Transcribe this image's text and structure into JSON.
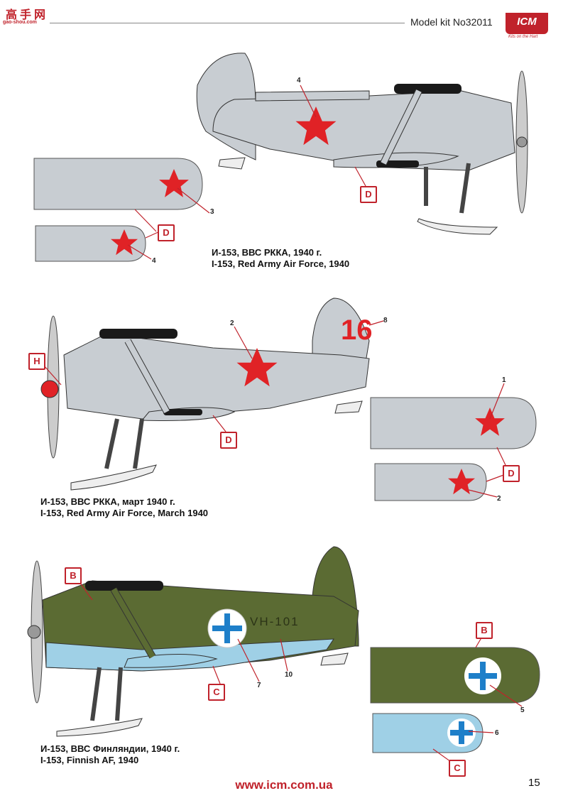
{
  "header": {
    "kit_label": "Model kit No32011",
    "brand": "ICM",
    "brand_tagline": "Kits on the Hart",
    "watermark_main": "高手网",
    "watermark_sub": "gao-shou.com"
  },
  "profiles": [
    {
      "caption_ru": "И-153, ВВС РККА, 1940 г.",
      "caption_en": "I-153, Red Army Air Force, 1940",
      "markings": [
        "4",
        "3",
        "4"
      ],
      "tags": [
        "D",
        "D"
      ]
    },
    {
      "caption_ru": "И-153, ВВС РККА, март 1940 г.",
      "caption_en": "I-153, Red Army Air Force, March 1940",
      "tail_number": "16",
      "markings": [
        "2",
        "8",
        "1",
        "2"
      ],
      "tags": [
        "H",
        "D",
        "D"
      ]
    },
    {
      "caption_ru": "И-153, ВВС Финляндии, 1940 г.",
      "caption_en": "I-153, Finnish AF, 1940",
      "fuselage_code": "VH-101",
      "markings": [
        "7",
        "10",
        "5",
        "6"
      ],
      "tags": [
        "B",
        "C",
        "B",
        "C"
      ]
    }
  ],
  "colors": {
    "soviet_grey": "#c8cdd2",
    "red_star": "#e02226",
    "finnish_green": "#5b6b33",
    "finnish_blue": "#9fd0e6",
    "accent": "#c0222b"
  },
  "footer": {
    "url": "www.icm.com.ua",
    "page": "15"
  }
}
